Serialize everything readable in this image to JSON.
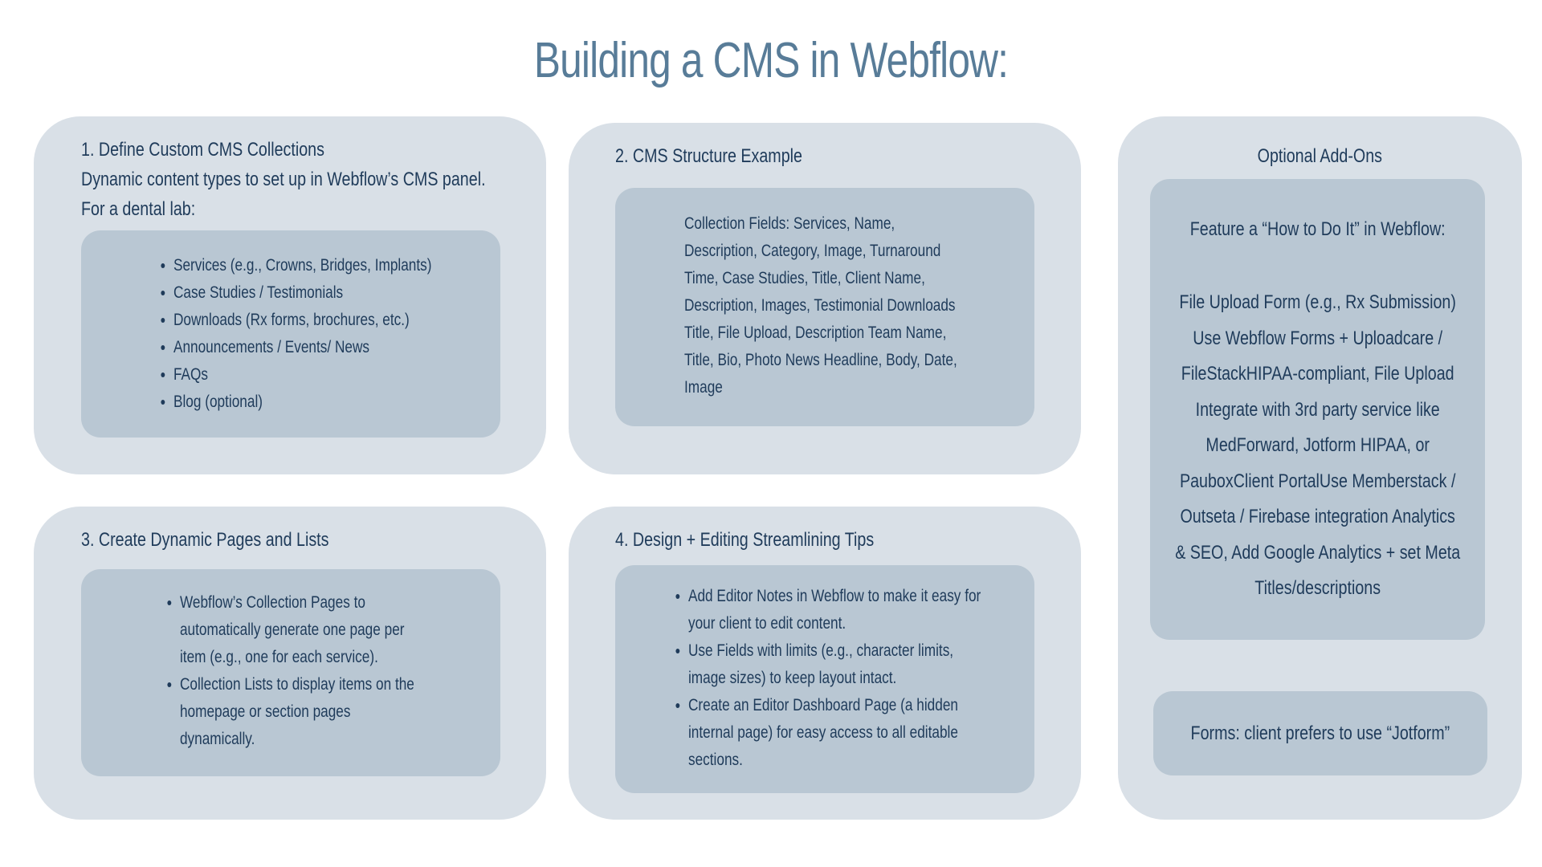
{
  "page": {
    "title": "Building a CMS in Webflow:"
  },
  "card1": {
    "heading": "1. Define Custom CMS Collections",
    "line1": "Dynamic content types to set up in Webflow’s CMS panel.",
    "line2": "For a dental lab:",
    "items": [
      "Services (e.g., Crowns, Bridges, Implants)",
      "Case Studies / Testimonials",
      "Downloads (Rx forms, brochures, etc.)",
      "Announcements / Events/ News",
      "FAQs",
      "Blog (optional)"
    ]
  },
  "card2": {
    "heading": "2. CMS Structure Example",
    "lines": [
      "Collection Fields: Services, Name,",
      "Description, Category, Image, Turnaround",
      "Time, Case Studies, Title, Client Name,",
      "Description, Images, Testimonial Downloads",
      "Title, File Upload, Description Team Name,",
      "Title, Bio, Photo News Headline, Body, Date,",
      "Image"
    ]
  },
  "card3": {
    "heading": "3. Create Dynamic Pages and Lists",
    "items": [
      [
        "Webflow’s Collection Pages to",
        "automatically generate one page per",
        "item (e.g., one for each service)."
      ],
      [
        "Collection Lists to display items on the",
        "homepage or section pages",
        "dynamically."
      ]
    ]
  },
  "card4": {
    "heading": "4. Design + Editing Streamlining Tips",
    "items": [
      [
        "Add Editor Notes in Webflow to make it easy for",
        "your client to edit content."
      ],
      [
        "Use Fields with limits (e.g., character limits,",
        "image sizes) to keep layout intact."
      ],
      [
        "Create an Editor Dashboard Page (a hidden",
        "internal page) for easy access to all editable",
        "sections."
      ]
    ]
  },
  "card5": {
    "heading": "Optional Add-Ons",
    "feature": "Feature a “How to Do It” in Webflow:",
    "lines": [
      "File Upload Form (e.g., Rx Submission)",
      "Use Webflow Forms + Uploadcare /",
      "FileStackHIPAA-compliant, File Upload",
      "Integrate with 3rd party service like",
      "MedForward, Jotform HIPAA, or",
      "PauboxClient PortalUse Memberstack /",
      "Outseta / Firebase integration Analytics",
      "& SEO, Add Google Analytics + set Meta",
      "Titles/descriptions"
    ],
    "forms_note": "Forms: client prefers to use “Jotform”"
  },
  "colors": {
    "card_bg": "#d9e0e7",
    "inner_bg": "#b9c7d3",
    "title": "#587c98",
    "text": "#1f3b5a"
  }
}
